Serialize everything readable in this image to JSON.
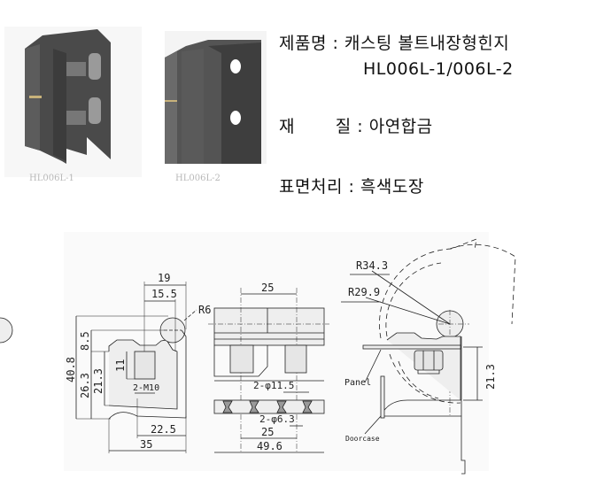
{
  "product": {
    "name_label": "제품명 : 캐스팅 볼트내장형힌지",
    "model": "HL006L-1/006L-2",
    "material_label": "재       질 : 아연합금",
    "finish_label": "표면처리 : 흑색도장"
  },
  "photos": [
    {
      "caption": "HL006L-1"
    },
    {
      "caption": "HL006L-2"
    }
  ],
  "drawing": {
    "side_view": {
      "dims": [
        "19",
        "15.5",
        "R6",
        "40.8",
        "8.5",
        "26.3",
        "21.3",
        "11",
        "2-M10",
        "22.5",
        "35"
      ]
    },
    "front_view": {
      "dims": [
        "25",
        "2-φ11.5",
        "2-φ6.3",
        "25",
        "49.6"
      ]
    },
    "install_view": {
      "dims": [
        "R34.3",
        "R29.9",
        "21.3"
      ],
      "labels": [
        "Panel",
        "Doorcase"
      ]
    }
  }
}
